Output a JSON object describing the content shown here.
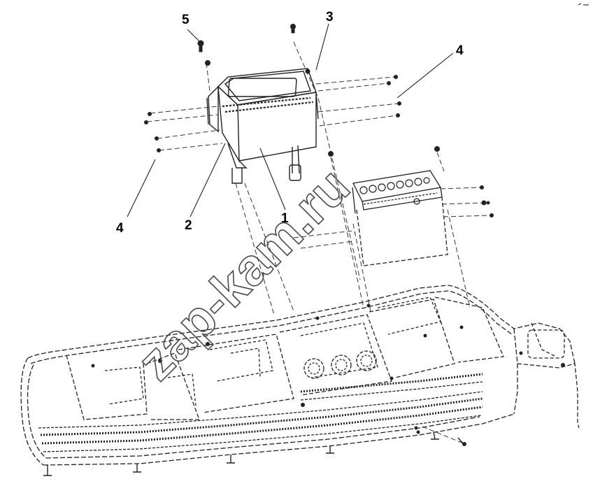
{
  "callouts": {
    "c1": "1",
    "c2": "2",
    "c3": "3",
    "c4a": "4",
    "c4b": "4",
    "c5": "5"
  },
  "watermark": "zap-kam.ru"
}
